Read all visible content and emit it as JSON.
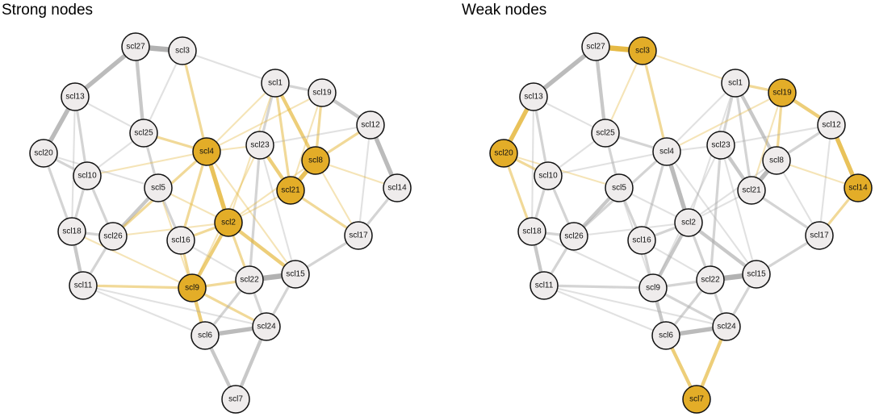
{
  "panels": [
    {
      "title": "Strong nodes",
      "highlight": [
        "scl4",
        "scl2",
        "scl9",
        "scl8",
        "scl21"
      ]
    },
    {
      "title": "Weak nodes",
      "highlight": [
        "scl3",
        "scl20",
        "scl19",
        "scl14",
        "scl7"
      ]
    }
  ],
  "nodes": [
    "scl1",
    "scl2",
    "scl3",
    "scl4",
    "scl5",
    "scl6",
    "scl7",
    "scl8",
    "scl9",
    "scl10",
    "scl11",
    "scl12",
    "scl13",
    "scl14",
    "scl15",
    "scl16",
    "scl17",
    "scl18",
    "scl19",
    "scl20",
    "scl21",
    "scl22",
    "scl23",
    "scl24",
    "scl25",
    "scl26",
    "scl27"
  ],
  "edges": [
    [
      "scl27",
      "scl3",
      5
    ],
    [
      "scl27",
      "scl13",
      4
    ],
    [
      "scl27",
      "scl25",
      3
    ],
    [
      "scl13",
      "scl20",
      4
    ],
    [
      "scl13",
      "scl10",
      2
    ],
    [
      "scl13",
      "scl25",
      1
    ],
    [
      "scl20",
      "scl10",
      2
    ],
    [
      "scl20",
      "scl18",
      2
    ],
    [
      "scl10",
      "scl18",
      2
    ],
    [
      "scl18",
      "scl11",
      3
    ],
    [
      "scl10",
      "scl26",
      2
    ],
    [
      "scl18",
      "scl26",
      2
    ],
    [
      "scl26",
      "scl11",
      2
    ],
    [
      "scl26",
      "scl5",
      3
    ],
    [
      "scl26",
      "scl4",
      2
    ],
    [
      "scl25",
      "scl4",
      2
    ],
    [
      "scl25",
      "scl5",
      2
    ],
    [
      "scl3",
      "scl4",
      2
    ],
    [
      "scl3",
      "scl25",
      1
    ],
    [
      "scl4",
      "scl2",
      4
    ],
    [
      "scl4",
      "scl16",
      2
    ],
    [
      "scl4",
      "scl23",
      1
    ],
    [
      "scl1",
      "scl19",
      2
    ],
    [
      "scl1",
      "scl23",
      2
    ],
    [
      "scl1",
      "scl8",
      3
    ],
    [
      "scl1",
      "scl21",
      2
    ],
    [
      "scl19",
      "scl12",
      3
    ],
    [
      "scl19",
      "scl8",
      2
    ],
    [
      "scl12",
      "scl14",
      4
    ],
    [
      "scl12",
      "scl8",
      2
    ],
    [
      "scl23",
      "scl21",
      3
    ],
    [
      "scl8",
      "scl21",
      4
    ],
    [
      "scl23",
      "scl22",
      2
    ],
    [
      "scl2",
      "scl16",
      2
    ],
    [
      "scl2",
      "scl9",
      3
    ],
    [
      "scl2",
      "scl22",
      2
    ],
    [
      "scl2",
      "scl15",
      3
    ],
    [
      "scl16",
      "scl9",
      2
    ],
    [
      "scl9",
      "scl22",
      2
    ],
    [
      "scl9",
      "scl6",
      3
    ],
    [
      "scl9",
      "scl24",
      2
    ],
    [
      "scl22",
      "scl15",
      5
    ],
    [
      "scl22",
      "scl6",
      2
    ],
    [
      "scl22",
      "scl24",
      2
    ],
    [
      "scl15",
      "scl24",
      2
    ],
    [
      "scl6",
      "scl24",
      4
    ],
    [
      "scl6",
      "scl7",
      3
    ],
    [
      "scl24",
      "scl7",
      3
    ],
    [
      "scl11",
      "scl9",
      2
    ],
    [
      "scl11",
      "scl24",
      1
    ],
    [
      "scl17",
      "scl21",
      2
    ],
    [
      "scl17",
      "scl14",
      2
    ],
    [
      "scl17",
      "scl15",
      2
    ],
    [
      "scl5",
      "scl16",
      2
    ],
    [
      "scl5",
      "scl2",
      1
    ],
    [
      "scl8",
      "scl17",
      1
    ],
    [
      "scl1",
      "scl2",
      1
    ],
    [
      "scl10",
      "scl4",
      1
    ],
    [
      "scl18",
      "scl9",
      1
    ],
    [
      "scl23",
      "scl15",
      1
    ],
    [
      "scl19",
      "scl21",
      1
    ],
    [
      "scl12",
      "scl17",
      1
    ],
    [
      "scl25",
      "scl10",
      1
    ],
    [
      "scl5",
      "scl9",
      1
    ],
    [
      "scl20",
      "scl5",
      1
    ],
    [
      "scl3",
      "scl1",
      1
    ],
    [
      "scl16",
      "scl22",
      1
    ],
    [
      "scl26",
      "scl2",
      1
    ],
    [
      "scl4",
      "scl15",
      1
    ],
    [
      "scl21",
      "scl2",
      1
    ],
    [
      "scl8",
      "scl2",
      1
    ],
    [
      "scl19",
      "scl4",
      1
    ],
    [
      "scl12",
      "scl23",
      1
    ],
    [
      "scl11",
      "scl6",
      1
    ],
    [
      "scl1",
      "scl4",
      1
    ],
    [
      "scl14",
      "scl8",
      1
    ],
    [
      "scl23",
      "scl9",
      1
    ],
    [
      "scl13",
      "scl18",
      1
    ]
  ],
  "colors": {
    "highlight_node": "#e3ad28",
    "plain_node": "#efecec",
    "node_stroke": "#111111",
    "edge_neutral": "#aaaaaa",
    "edge_highlight": "#e3b331"
  }
}
